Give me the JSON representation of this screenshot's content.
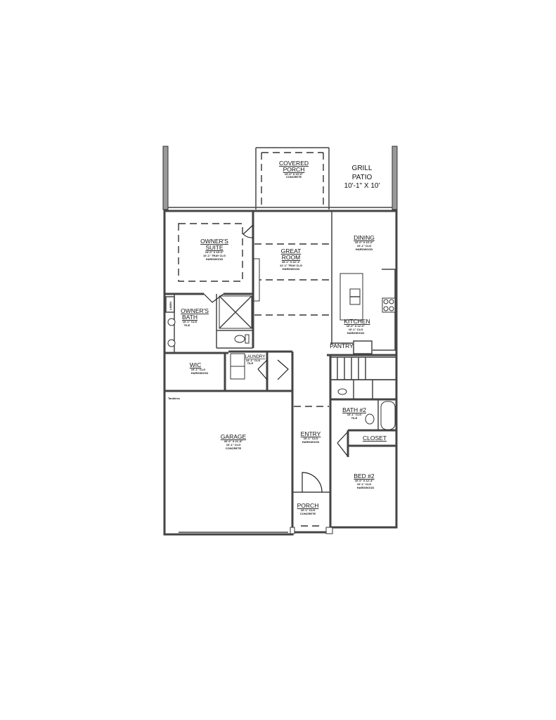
{
  "plan": {
    "rooms": [
      {
        "id": "covered-porch",
        "name_lines": [
          "COVERED",
          "PORCH"
        ],
        "details": [
          "13'-0\" X 10'-0\"",
          "CONCRETE"
        ]
      },
      {
        "id": "grill-patio",
        "name_lines": [
          "GRILL",
          "PATIO"
        ],
        "details": [
          "10'-1\" X 10'"
        ]
      },
      {
        "id": "owners-suite",
        "name_lines": [
          "OWNER'S",
          "SUITE"
        ],
        "details": [
          "14'-0\" X 15'-0\"",
          "10'-1\" TRAY CLG",
          "HARDWOOD"
        ]
      },
      {
        "id": "great-room",
        "name_lines": [
          "GREAT",
          "ROOM"
        ],
        "details": [
          "15'-1\" X 22'-1\"",
          "12'-1\" TRAY CLG",
          "HARDWOOD"
        ]
      },
      {
        "id": "dining",
        "name_lines": [
          "DINING"
        ],
        "details": [
          "10'-0\" X 10'-0\"",
          "10'-1\" CLG",
          "HARDWOOD"
        ]
      },
      {
        "id": "kitchen",
        "name_lines": [
          "KITCHEN"
        ],
        "details": [
          "10'-0\" X 12'-0\"",
          "10'-1\" CLG",
          "HARDWOOD"
        ]
      },
      {
        "id": "pantry",
        "name_lines": [
          "PANTRY"
        ],
        "details": []
      },
      {
        "id": "linen",
        "name_lines": [
          "LINEN"
        ],
        "details": []
      },
      {
        "id": "owners-bath",
        "name_lines": [
          "OWNER'S",
          "BATH"
        ],
        "details": [
          "10'-1\" CLG",
          "TILE"
        ]
      },
      {
        "id": "wic",
        "name_lines": [
          "WIC"
        ],
        "details": [
          "10'-1\" CLG",
          "HARDWOOD"
        ]
      },
      {
        "id": "laundry",
        "name_lines": [
          "LAUNDRY"
        ],
        "details": [
          "10'-1\" CLG",
          "TILE"
        ]
      },
      {
        "id": "bath-2",
        "name_lines": [
          "BATH #2"
        ],
        "details": [
          "10'-1\" CLG",
          "TILE"
        ]
      },
      {
        "id": "closet",
        "name_lines": [
          "CLOSET"
        ],
        "details": []
      },
      {
        "id": "garage",
        "name_lines": [
          "GARAGE"
        ],
        "details": [
          "20'-0\" X 21'-8\"",
          "10'-1\" CLG",
          "CONCRETE"
        ]
      },
      {
        "id": "entry",
        "name_lines": [
          "ENTRY"
        ],
        "details": [
          "10'-1\" CLG",
          "HARDWOOD"
        ]
      },
      {
        "id": "bed-2",
        "name_lines": [
          "BED #2"
        ],
        "details": [
          "10'-0\" X 12'-4\"",
          "10'-1\" CLG",
          "HARDWOOD"
        ]
      },
      {
        "id": "porch",
        "name_lines": [
          "PORCH"
        ],
        "details": [
          "10'-1\" CLG",
          "CONCRETE"
        ]
      }
    ],
    "annotations": {
      "tankless": "Tankless"
    }
  }
}
